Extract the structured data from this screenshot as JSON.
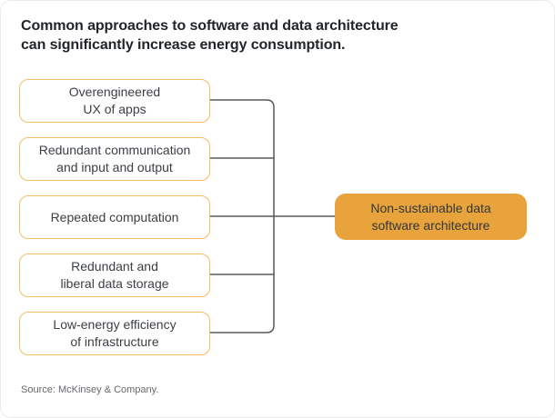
{
  "header": {
    "title": "Common approaches to software and data architecture\ncan significantly increase energy consumption."
  },
  "diagram": {
    "cause_boxes": [
      {
        "text": "Overengineered\nUX of apps"
      },
      {
        "text": "Redundant communication\nand input and output"
      },
      {
        "text": "Repeated computation"
      },
      {
        "text": "Redundant and\nliberal data storage"
      },
      {
        "text": "Low-energy efficiency\nof infrastructure"
      }
    ],
    "result_box": {
      "text": "Non-sustainable data\nsoftware architecture"
    }
  },
  "footer": {
    "source": "Source: McKinsey & Company."
  },
  "colors": {
    "title_text": "#212529",
    "box_text": "#3c4045",
    "cause_border": "#f5bd66",
    "result_fill": "#e8a33c",
    "result_text": "#33373b",
    "connector": "#55585c",
    "source_text": "#65686c",
    "card_border": "#ebebeb"
  }
}
